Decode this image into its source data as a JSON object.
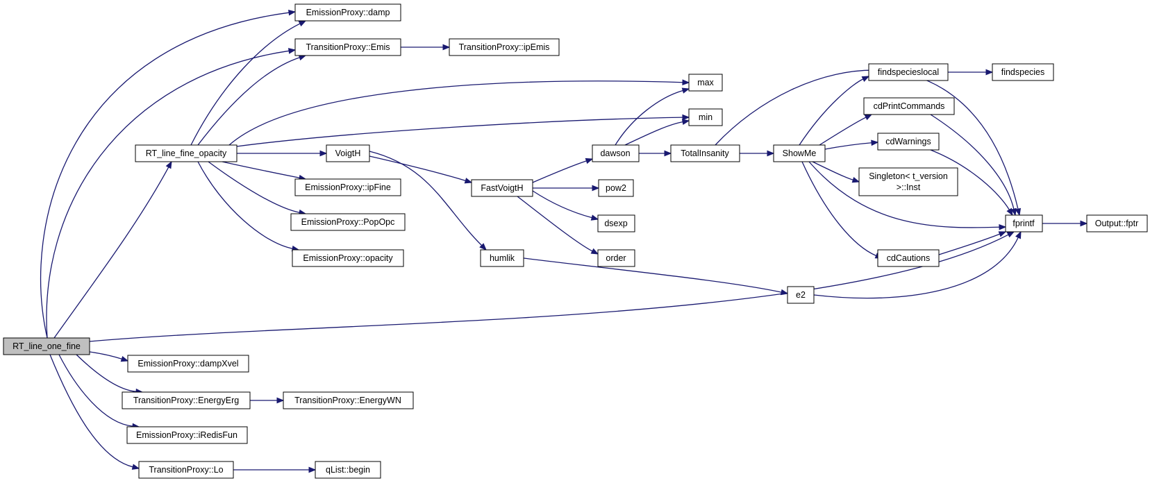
{
  "diagram": {
    "type": "call-graph",
    "edge_color": "#191970",
    "root_fill": "#bfbfbf",
    "nodes": [
      {
        "id": "rt_line_one_fine",
        "label": "RT_line_one_fine",
        "root": true
      },
      {
        "id": "rt_line_fine_opacity",
        "label": "RT_line_fine_opacity"
      },
      {
        "id": "emissionproxy_damp",
        "label": "EmissionProxy::damp"
      },
      {
        "id": "transitionproxy_emis",
        "label": "TransitionProxy::Emis"
      },
      {
        "id": "transitionproxy_ipemis",
        "label": "TransitionProxy::ipEmis"
      },
      {
        "id": "max",
        "label": "max"
      },
      {
        "id": "min",
        "label": "min"
      },
      {
        "id": "voigth",
        "label": "VoigtH"
      },
      {
        "id": "emissionproxy_ipfine",
        "label": "EmissionProxy::ipFine"
      },
      {
        "id": "emissionproxy_popopc",
        "label": "EmissionProxy::PopOpc"
      },
      {
        "id": "emissionproxy_opacity",
        "label": "EmissionProxy::opacity"
      },
      {
        "id": "fastvoigth",
        "label": "FastVoigtH"
      },
      {
        "id": "humlik",
        "label": "humlik"
      },
      {
        "id": "dawson",
        "label": "dawson"
      },
      {
        "id": "pow2",
        "label": "pow2"
      },
      {
        "id": "dsexp",
        "label": "dsexp"
      },
      {
        "id": "order",
        "label": "order"
      },
      {
        "id": "totalinsanity",
        "label": "TotalInsanity"
      },
      {
        "id": "showme",
        "label": "ShowMe"
      },
      {
        "id": "findspecieslocal",
        "label": "findspecieslocal"
      },
      {
        "id": "findspecies",
        "label": "findspecies"
      },
      {
        "id": "cdprintcommands",
        "label": "cdPrintCommands"
      },
      {
        "id": "cdwarnings",
        "label": "cdWarnings"
      },
      {
        "id": "singleton_line1",
        "label": "Singleton< t_version"
      },
      {
        "id": "singleton_line2",
        "label": ">::Inst"
      },
      {
        "id": "cdcautions",
        "label": "cdCautions"
      },
      {
        "id": "fprintf",
        "label": "fprintf"
      },
      {
        "id": "output_fptr",
        "label": "Output::fptr"
      },
      {
        "id": "e2",
        "label": "e2"
      },
      {
        "id": "emissionproxy_dampxvel",
        "label": "EmissionProxy::dampXvel"
      },
      {
        "id": "transitionproxy_energyerg",
        "label": "TransitionProxy::EnergyErg"
      },
      {
        "id": "transitionproxy_energywn",
        "label": "TransitionProxy::EnergyWN"
      },
      {
        "id": "emissionproxy_iredisfun",
        "label": "EmissionProxy::iRedisFun"
      },
      {
        "id": "transitionproxy_lo",
        "label": "TransitionProxy::Lo"
      },
      {
        "id": "qlist_begin",
        "label": "qList::begin"
      }
    ],
    "edges": [
      [
        "rt_line_one_fine",
        "emissionproxy_damp"
      ],
      [
        "rt_line_one_fine",
        "transitionproxy_emis"
      ],
      [
        "rt_line_one_fine",
        "rt_line_fine_opacity"
      ],
      [
        "rt_line_one_fine",
        "fprintf"
      ],
      [
        "rt_line_one_fine",
        "emissionproxy_dampxvel"
      ],
      [
        "rt_line_one_fine",
        "transitionproxy_energyerg"
      ],
      [
        "rt_line_one_fine",
        "emissionproxy_iredisfun"
      ],
      [
        "rt_line_one_fine",
        "transitionproxy_lo"
      ],
      [
        "rt_line_fine_opacity",
        "emissionproxy_damp"
      ],
      [
        "rt_line_fine_opacity",
        "transitionproxy_emis"
      ],
      [
        "rt_line_fine_opacity",
        "max"
      ],
      [
        "rt_line_fine_opacity",
        "min"
      ],
      [
        "rt_line_fine_opacity",
        "voigth"
      ],
      [
        "rt_line_fine_opacity",
        "emissionproxy_ipfine"
      ],
      [
        "rt_line_fine_opacity",
        "emissionproxy_popopc"
      ],
      [
        "rt_line_fine_opacity",
        "emissionproxy_opacity"
      ],
      [
        "transitionproxy_emis",
        "transitionproxy_ipemis"
      ],
      [
        "voigth",
        "fastvoigth"
      ],
      [
        "voigth",
        "humlik"
      ],
      [
        "fastvoigth",
        "dawson"
      ],
      [
        "fastvoigth",
        "pow2"
      ],
      [
        "fastvoigth",
        "dsexp"
      ],
      [
        "fastvoigth",
        "order"
      ],
      [
        "dawson",
        "max"
      ],
      [
        "dawson",
        "min"
      ],
      [
        "dawson",
        "totalinsanity"
      ],
      [
        "humlik",
        "e2"
      ],
      [
        "totalinsanity",
        "showme"
      ],
      [
        "totalinsanity",
        "fprintf"
      ],
      [
        "showme",
        "findspecieslocal"
      ],
      [
        "showme",
        "cdprintcommands"
      ],
      [
        "showme",
        "cdwarnings"
      ],
      [
        "showme",
        "singleton"
      ],
      [
        "showme",
        "fprintf"
      ],
      [
        "showme",
        "cdcautions"
      ],
      [
        "findspecieslocal",
        "findspecies"
      ],
      [
        "cdprintcommands",
        "fprintf"
      ],
      [
        "cdwarnings",
        "fprintf"
      ],
      [
        "cdcautions",
        "fprintf"
      ],
      [
        "e2",
        "fprintf"
      ],
      [
        "fprintf",
        "output_fptr"
      ],
      [
        "transitionproxy_energyerg",
        "transitionproxy_energywn"
      ],
      [
        "transitionproxy_lo",
        "qlist_begin"
      ]
    ]
  }
}
